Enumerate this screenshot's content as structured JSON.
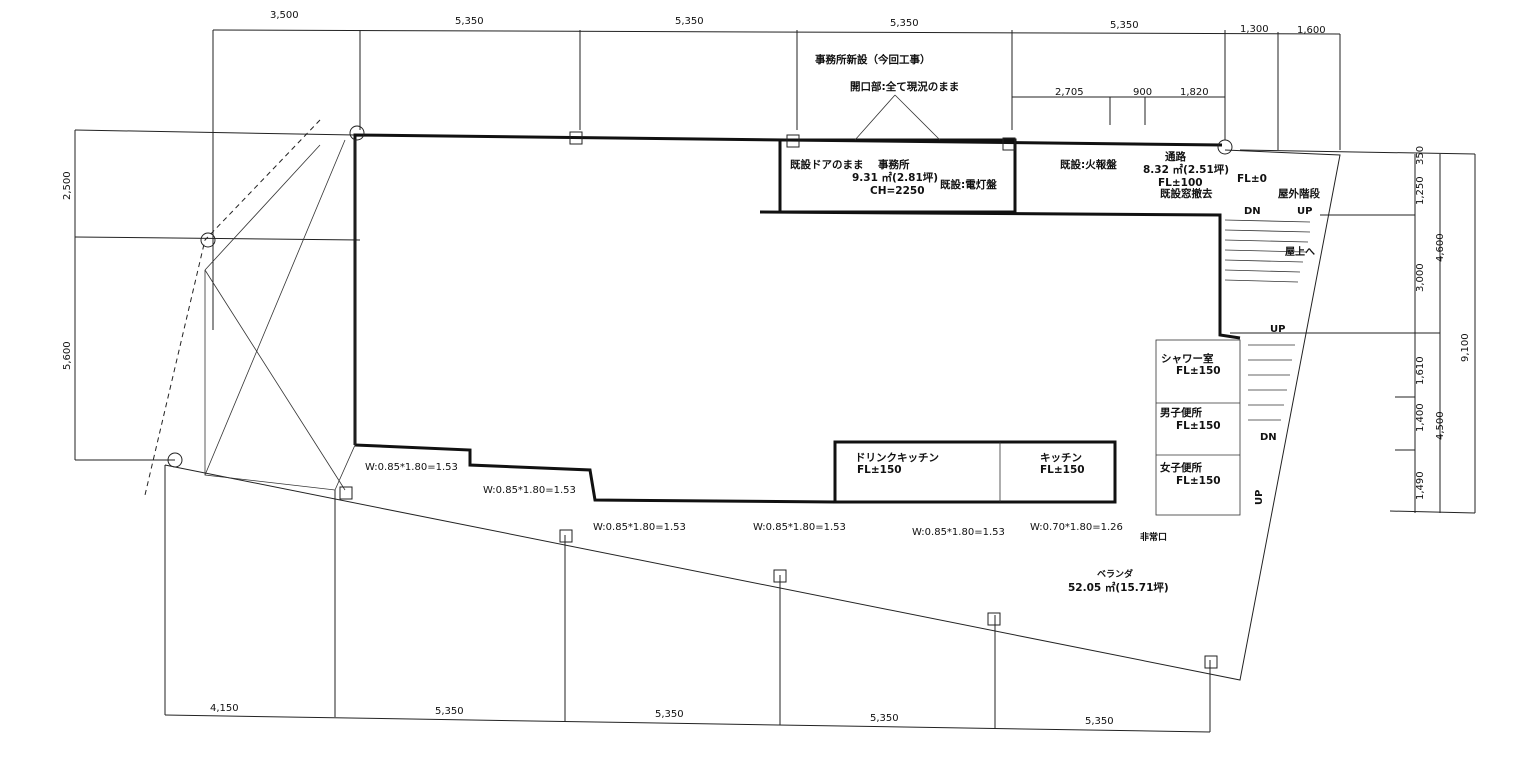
{
  "dimensions": {
    "top": [
      "3,500",
      "5,350",
      "5,350",
      "5,350",
      "5,350",
      "1,300",
      "1,600"
    ],
    "top_sub": [
      "2,705",
      "900",
      "1,820"
    ],
    "bottom": [
      "4,150",
      "5,350",
      "5,350",
      "5,350",
      "5,350"
    ],
    "left": [
      "2,500",
      "5,600"
    ],
    "right_inner": [
      "350",
      "1,250",
      "3,000",
      "1,610",
      "1,400",
      "1,490"
    ],
    "right_mid": [
      "4,600",
      "4,500"
    ],
    "right_outer": "9,100"
  },
  "notes": {
    "new_office": "事務所新設（今回工事）",
    "openings": "開口部:全て現況のまま",
    "existing_door": "既設ドアのまま",
    "light_panel": "既設:電灯盤",
    "fire_panel": "既設:火報盤",
    "window_removed": "既設窓撤去",
    "emergency_exit": "非常口"
  },
  "rooms": {
    "office": {
      "name": "事務所",
      "area": "9.31 ㎡(2.81坪)",
      "ch": "CH=2250"
    },
    "corridor": {
      "name": "通路",
      "area": "8.32 ㎡(2.51坪)",
      "fl": "FL±100"
    },
    "outdoor_stairs": {
      "name": "屋外階段",
      "fl": "FL±0"
    },
    "shower": {
      "name": "シャワー室",
      "fl": "FL±150"
    },
    "mens_toilet": {
      "name": "男子便所",
      "fl": "FL±150"
    },
    "womens_toilet": {
      "name": "女子便所",
      "fl": "FL±150"
    },
    "drink_kitchen": {
      "name": "ドリンクキッチン",
      "fl": "FL±150"
    },
    "kitchen": {
      "name": "キッチン",
      "fl": "FL±150"
    },
    "veranda": {
      "name": "ベランダ",
      "area": "52.05 ㎡(15.71坪)"
    }
  },
  "stairs": {
    "dn1": "DN",
    "up1": "UP",
    "up2": "UP",
    "dn2": "DN",
    "up3": "UP",
    "roof": "屋上へ"
  },
  "windows": [
    "W:0.85*1.80=1.53",
    "W:0.85*1.80=1.53",
    "W:0.85*1.80=1.53",
    "W:0.85*1.80=1.53",
    "W:0.85*1.80=1.53",
    "W:0.70*1.80=1.26"
  ]
}
